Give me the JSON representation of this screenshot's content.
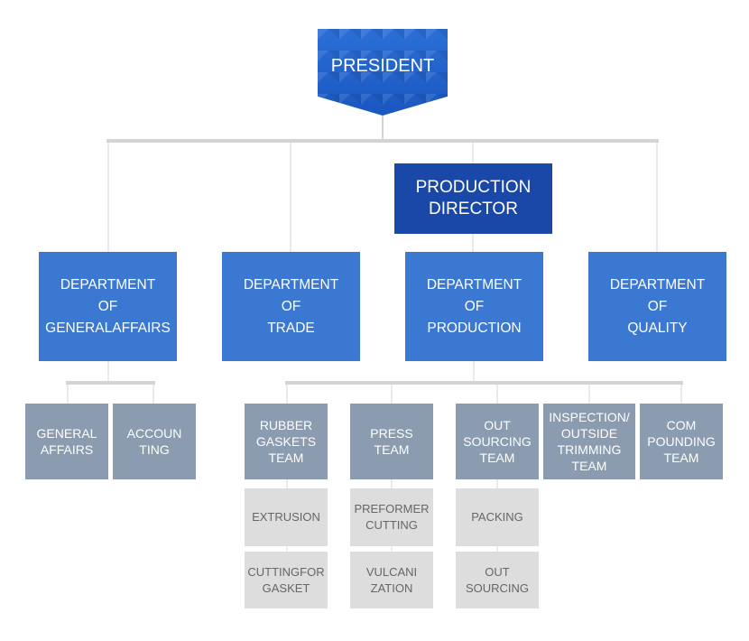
{
  "president": {
    "label": "PRESIDENT"
  },
  "director": {
    "line1": "PRODUCTION",
    "line2": "DIRECTOR"
  },
  "departments": [
    {
      "l1": "DEPARTMENT",
      "l2": "OF",
      "l3": "GENERALAFFAIRS"
    },
    {
      "l1": "DEPARTMENT",
      "l2": "OF",
      "l3": "TRADE"
    },
    {
      "l1": "DEPARTMENT",
      "l2": "OF",
      "l3": "PRODUCTION"
    },
    {
      "l1": "DEPARTMENT",
      "l2": "OF",
      "l3": "QUALITY"
    }
  ],
  "general_teams": [
    {
      "l1": "GENERAL",
      "l2": "AFFAIRS"
    },
    {
      "l1": "ACCOUN",
      "l2": "TING"
    }
  ],
  "production_teams": [
    {
      "l1": "RUBBER",
      "l2": "GASKETS",
      "l3": "TEAM"
    },
    {
      "l1": "PRESS",
      "l2": "TEAM"
    },
    {
      "l1": "OUT",
      "l2": "SOURCING",
      "l3": "TEAM"
    },
    {
      "l1": "INSPECTION/",
      "l2": "OUTSIDE",
      "l3": "TRIMMING",
      "l4": "TEAM"
    },
    {
      "l1": "COM",
      "l2": "POUNDING",
      "l3": "TEAM"
    }
  ],
  "rubber_subs": [
    {
      "l1": "EXTRUSION"
    },
    {
      "l1": "CUTTINGFOR",
      "l2": "GASKET"
    }
  ],
  "press_subs": [
    {
      "l1": "PREFORMER",
      "l2": "CUTTING"
    },
    {
      "l1": "VULCANI",
      "l2": "ZATION"
    }
  ],
  "outsourcing_subs": [
    {
      "l1": "PACKING"
    },
    {
      "l1": "OUT",
      "l2": "SOURCING"
    }
  ],
  "colors": {
    "president": "#1a56c0",
    "director": "#1a48a8",
    "department": "#3a78d2",
    "team": "#8b9bb0",
    "sub_unit": "#dddddd",
    "connector": "#d4d4d4"
  }
}
